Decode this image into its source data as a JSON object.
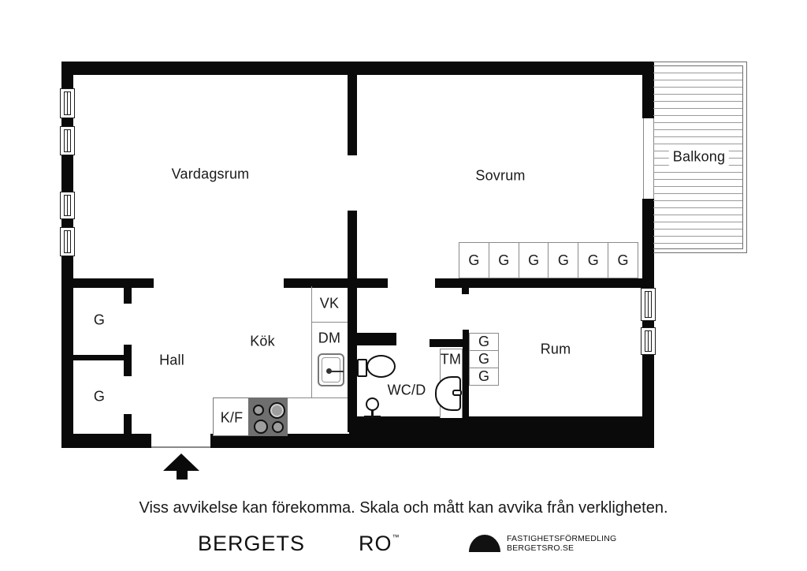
{
  "plan": {
    "rooms": {
      "vardagsrum": "Vardagsrum",
      "sovrum": "Sovrum",
      "balkong": "Balkong",
      "hall": "Hall",
      "kok": "Kök",
      "wcd": "WC/D",
      "rum": "Rum"
    },
    "fixtures": {
      "vk": "VK",
      "dm": "DM",
      "tm": "TM",
      "kf": "K/F"
    },
    "closets": {
      "hall": [
        "G",
        "G"
      ],
      "sovrum": [
        "G",
        "G",
        "G",
        "G",
        "G",
        "G"
      ],
      "rum": [
        "G",
        "G",
        "G"
      ]
    }
  },
  "footer": {
    "disclaimer": "Viss avvikelse kan förekomma. Skala och mått kan avvika från verkligheten.",
    "brand_word1": "BERGETS",
    "brand_word2": "RO",
    "brand_trademark": "™",
    "agency_line1": "FASTIGHETSFÖRMEDLING",
    "agency_line2": "BERGETSRO.SE"
  },
  "colors": {
    "wall": "#0a0a0a",
    "thin_line": "#8a8a8a",
    "stove": "#6f6f6f",
    "burner": "#9e9e9e",
    "text": "#1a1a1a"
  }
}
